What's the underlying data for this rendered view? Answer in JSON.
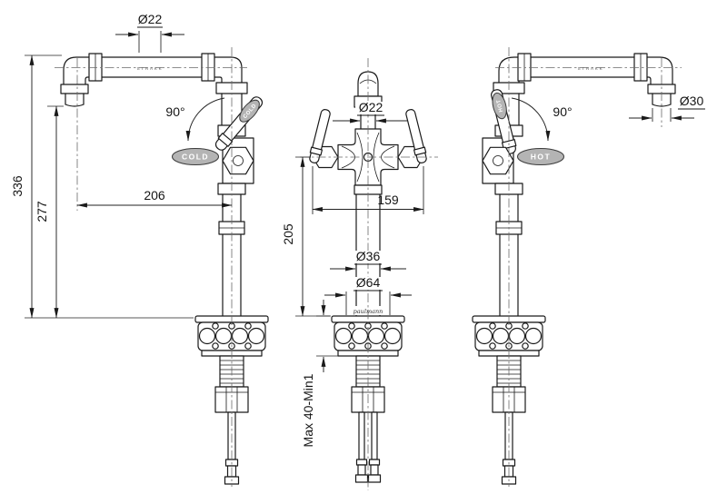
{
  "dims": {
    "pipe_dia_top": "Ø22",
    "total_height": "336",
    "spout_height": "277",
    "spout_reach": "206",
    "swivel_left": "90°",
    "swivel_right": "90°",
    "riser_dia": "Ø22",
    "handle_span": "159",
    "handle_height": "205",
    "body_dia": "Ø36",
    "base_dia": "Ø64",
    "mount_range": "Max 40-Min1",
    "spout_dia_right": "Ø30"
  },
  "labels": {
    "cold": "COLD",
    "hot": "HOT",
    "pipe_brand": "STRAKK",
    "series_script": "paulmann"
  }
}
